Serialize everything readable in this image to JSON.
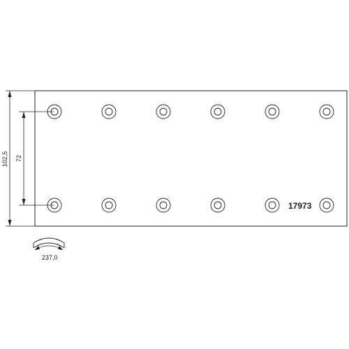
{
  "part_number": "17973",
  "dimensions": {
    "height": "102,5",
    "hole_spacing": "72",
    "arc_length": "237,0"
  },
  "holes": {
    "rows": 2,
    "columns": 6
  },
  "colors": {
    "line": "#222222",
    "background": "#ffffff"
  }
}
